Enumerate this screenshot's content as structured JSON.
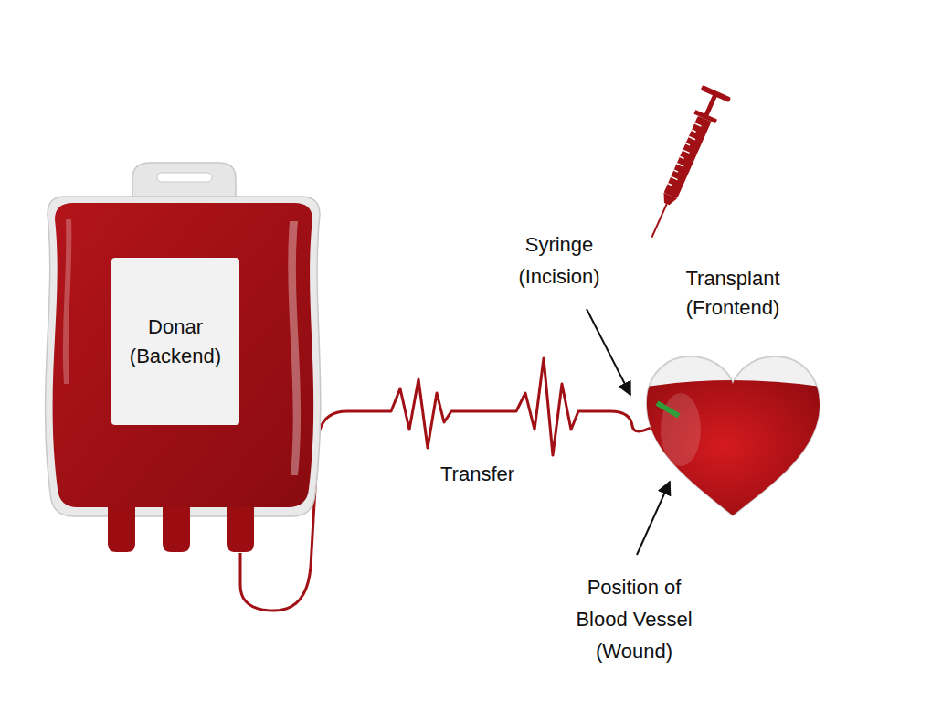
{
  "diagram": {
    "nodes": [
      {
        "text": [
          "Donar (Backend)"
        ]
      },
      {
        "text": [
          "Transplant (Frontend)"
        ]
      }
    ],
    "edges": [
      {
        "from": 0,
        "to": 1,
        "arrow": "none",
        "label": "Transfer"
      }
    ],
    "labels": [
      "Syringe (Incision)",
      "Position of Blood Vessel (Wound)"
    ]
  }
}
